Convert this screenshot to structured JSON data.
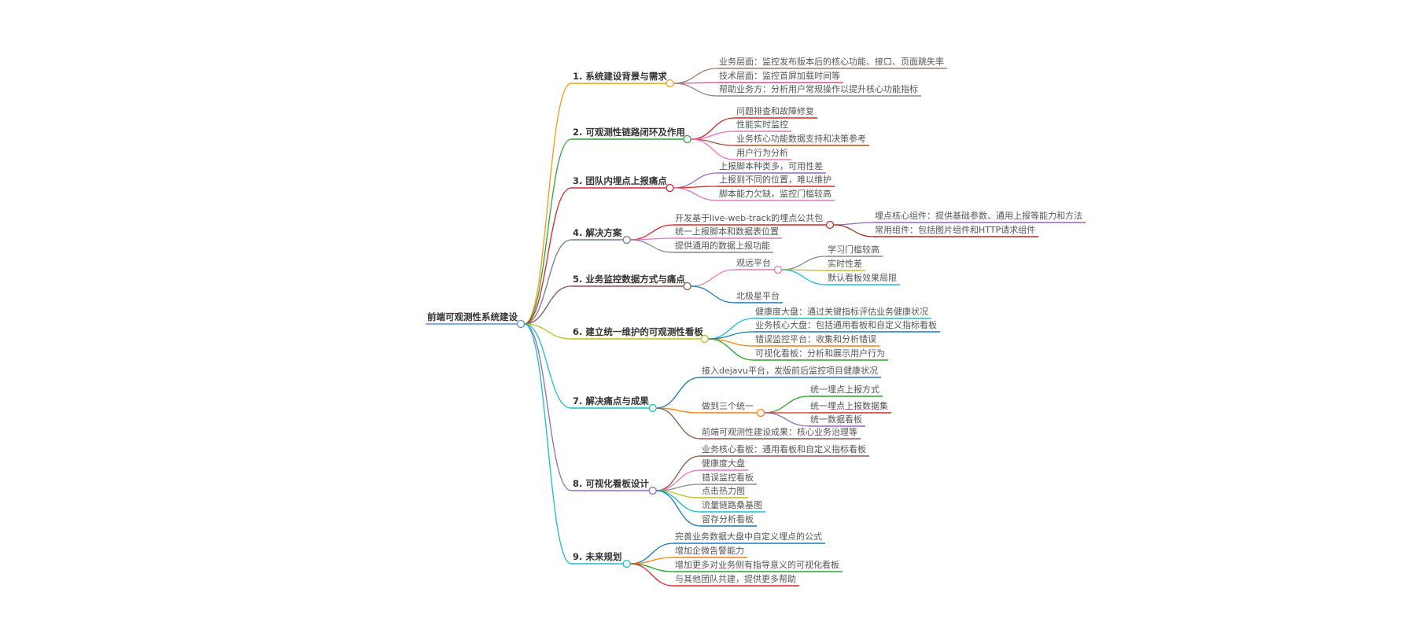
{
  "mindmap": {
    "root": {
      "label": "前端可观测性系统建设",
      "color": "#5b8ec9",
      "children": [
        {
          "label": "1. 系统建设背景与需求",
          "color": "#f39c12",
          "children": [
            {
              "label": "业务层面：监控发布版本后的核心功能、接口、页面跳失率",
              "color": "#a0786e"
            },
            {
              "label": "技术层面：监控首屏加载时间等",
              "color": "#e84393"
            },
            {
              "label": "帮助业务方：分析用户常规操作以提升核心功能指标",
              "color": "#888888"
            }
          ]
        },
        {
          "label": "2. 可观测性链路闭环及作用",
          "color": "#2ea043",
          "children": [
            {
              "label": "问题排查和故障修复",
              "color": "#d62728"
            },
            {
              "label": "性能实时监控",
              "color": "#e377c2"
            },
            {
              "label": "业务核心功能数据支持和决策参考",
              "color": "#a0522d"
            },
            {
              "label": "用户行为分析",
              "color": "#e377c2"
            }
          ]
        },
        {
          "label": "3. 团队内埋点上报痛点",
          "color": "#d62728",
          "children": [
            {
              "label": "上报脚本种类多，可用性差",
              "color": "#9467bd"
            },
            {
              "label": "上报到不同的位置，难以维护",
              "color": "#d62728"
            },
            {
              "label": "脚本能力欠缺，监控门槛较高",
              "color": "#e377c2"
            }
          ]
        },
        {
          "label": "4. 解决方案",
          "color": "#6b7a8f",
          "children": [
            {
              "label": "开发基于live-web-track的埋点公共包",
              "color": "#d62728",
              "children": [
                {
                  "label": "埋点核心组件：提供基础参数、通用上报等能力和方法",
                  "color": "#9467bd"
                },
                {
                  "label": "常用组件：包括图片组件和HTTP请求组件",
                  "color": "#a52a2a"
                }
              ]
            },
            {
              "label": "统一上报脚本和数据表位置",
              "color": "#e377c2"
            },
            {
              "label": "提供通用的数据上报功能",
              "color": "#888888"
            }
          ]
        },
        {
          "label": "5. 业务监控数据方式与痛点",
          "color": "#8c564b",
          "children": [
            {
              "label": "观远平台",
              "color": "#e377c2",
              "children": [
                {
                  "label": "学习门槛较高",
                  "color": "#888888"
                },
                {
                  "label": "实时性差",
                  "color": "#bcbd22"
                },
                {
                  "label": "默认看板效果局限",
                  "color": "#17becf"
                }
              ]
            },
            {
              "label": "北极星平台",
              "color": "#1f77b4"
            }
          ]
        },
        {
          "label": "6. 建立统一维护的可观测性看板",
          "color": "#bcbd22",
          "children": [
            {
              "label": "健康度大盘：通过关键指标评估业务健康状况",
              "color": "#17becf"
            },
            {
              "label": "业务核心大盘：包括通用看板和自定义指标看板",
              "color": "#1f77b4"
            },
            {
              "label": "错误监控平台：收集和分析错误",
              "color": "#ff7f0e"
            },
            {
              "label": "可视化看板：分析和展示用户行为",
              "color": "#2ca02c"
            }
          ]
        },
        {
          "label": "7. 解决痛点与成果",
          "color": "#17becf",
          "children": [
            {
              "label": "接入dejavu平台，发版前后监控项目健康状况",
              "color": "#1f77b4"
            },
            {
              "label": "做到三个统一",
              "color": "#ff7f0e",
              "children": [
                {
                  "label": "统一埋点上报方式",
                  "color": "#2ca02c"
                },
                {
                  "label": "统一埋点上报数据集",
                  "color": "#d62728"
                },
                {
                  "label": "统一数据看板",
                  "color": "#9467bd"
                }
              ]
            },
            {
              "label": "前端可观测性建设成果：核心业务治理等",
              "color": "#8c564b"
            }
          ]
        },
        {
          "label": "8. 可视化看板设计",
          "color": "#9467bd",
          "children": [
            {
              "label": "业务核心看板：通用看板和自定义指标看板",
              "color": "#8c564b"
            },
            {
              "label": "健康度大盘",
              "color": "#e377c2"
            },
            {
              "label": "错误监控看板",
              "color": "#888888"
            },
            {
              "label": "点击热力图",
              "color": "#bcbd22"
            },
            {
              "label": "流量链路桑基图",
              "color": "#17becf"
            },
            {
              "label": "留存分析看板",
              "color": "#1f77b4"
            }
          ]
        },
        {
          "label": "9. 未来规划",
          "color": "#17becf",
          "children": [
            {
              "label": "完善业务数据大盘中自定义埋点的公式",
              "color": "#1f77b4"
            },
            {
              "label": "增加企微告警能力",
              "color": "#ff7f0e"
            },
            {
              "label": "增加更多对业务侧有指导意义的可视化看板",
              "color": "#2ca02c"
            },
            {
              "label": "与其他团队共建，提供更多帮助",
              "color": "#d62728"
            }
          ]
        }
      ]
    }
  }
}
